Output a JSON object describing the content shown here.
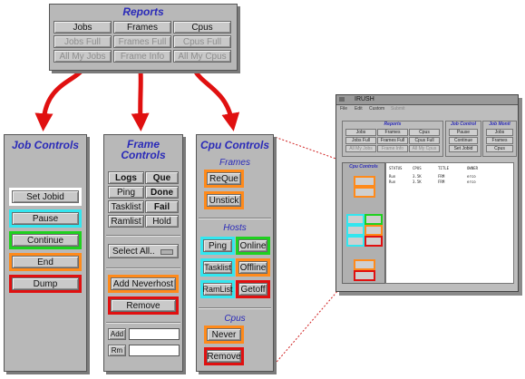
{
  "reports": {
    "title": "Reports",
    "buttons": [
      "Jobs",
      "Frames",
      "Cpus",
      "Jobs Full",
      "Frames Full",
      "Cpus Full",
      "All My Jobs",
      "Frame Info",
      "All My Cpus"
    ]
  },
  "job_controls": {
    "title": "Job Controls",
    "buttons": [
      "Set Jobid",
      "Pause",
      "Continue",
      "End",
      "Dump"
    ]
  },
  "frame_controls": {
    "title": "Frame Controls",
    "grid": [
      "Logs",
      "Que",
      "Ping",
      "Done",
      "Tasklist",
      "Fail",
      "Ramlist",
      "Hold"
    ],
    "select_label": "Select All..",
    "add_neverhost": "Add Neverhost",
    "remove": "Remove",
    "add_label": "Add",
    "rm_label": "Rm"
  },
  "cpu_controls": {
    "title": "Cpu Controls",
    "frames_title": "Frames",
    "requeue": "ReQue",
    "unstick": "Unstick",
    "hosts_title": "Hosts",
    "hosts_buttons": [
      "Ping",
      "Online",
      "Tasklist",
      "Offline",
      "RamList",
      "Getoff"
    ],
    "cpus_title": "Cpus",
    "never": "Never",
    "remove": "Remove"
  },
  "mini_window": {
    "title": "IRUSH",
    "menu": [
      "File",
      "Edit",
      "Custom",
      "Submit"
    ],
    "reports_title": "Reports",
    "job_control_title": "Job Control",
    "job_monitor_title": "Job Monit",
    "report_buttons": [
      "Jobs",
      "Frames",
      "Cpus",
      "Jobs Full",
      "Frames Full",
      "Cpus Full",
      "All My Jobs",
      "Frame Info",
      "All My Cpus"
    ],
    "job_control_buttons": [
      "Pause",
      "Continue",
      "Set Jobid"
    ],
    "job_monitor_buttons": [
      "Jobs",
      "Frames",
      "Cpus"
    ],
    "cpu_controls_title": "Cpu Controls",
    "table_header": [
      "STATUS",
      "CPUS",
      "TITLE",
      "OWNER"
    ],
    "table_rows": [
      [
        "Run",
        "3.5K",
        "FRM",
        "erco"
      ],
      [
        "Run",
        "3.5K",
        "FRM",
        "erco"
      ]
    ]
  },
  "colors": {
    "title_blue": "#2a2ab8",
    "panel_gray": "#b8b8b8",
    "arrow_red": "#e01010",
    "cyan": "#33e6ef",
    "green": "#1fd11f",
    "orange": "#ff8a1a",
    "red": "#e01010",
    "white": "#ffffff"
  }
}
